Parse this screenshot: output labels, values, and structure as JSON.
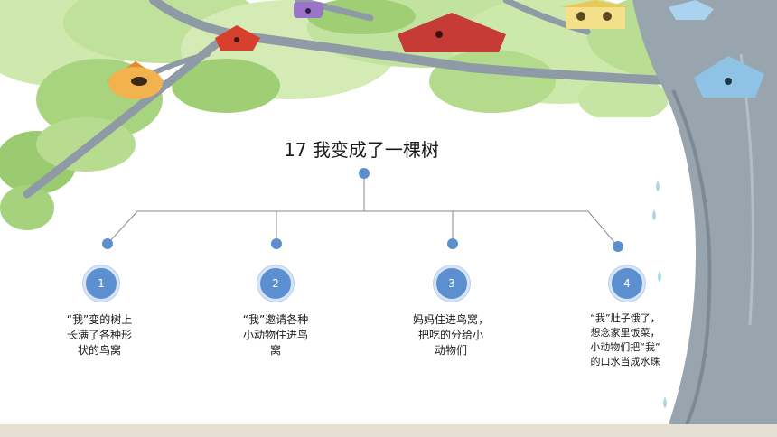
{
  "title": "17  我变成了一棵树",
  "colors": {
    "connector": "#8a8a8a",
    "dot": "#5b8fd0",
    "leaf_light": "#bfe19a",
    "leaf_dark": "#7fbf5a",
    "trunk": "#8e9aa6"
  },
  "nodes": [
    {
      "number": "1",
      "lines": [
        "“我”变的树上",
        "长满了各种形",
        "状的鸟窝"
      ]
    },
    {
      "number": "2",
      "lines": [
        "“我”邀请各种",
        "小动物住进鸟",
        "窝"
      ]
    },
    {
      "number": "3",
      "lines": [
        "妈妈住进鸟窝，",
        "把吃的分给小",
        "动物们"
      ]
    },
    {
      "number": "4",
      "lines": [
        "“我”肚子饿了，",
        "想念家里饭菜，",
        "小动物们把“我”",
        "的口水当成水珠"
      ]
    }
  ]
}
